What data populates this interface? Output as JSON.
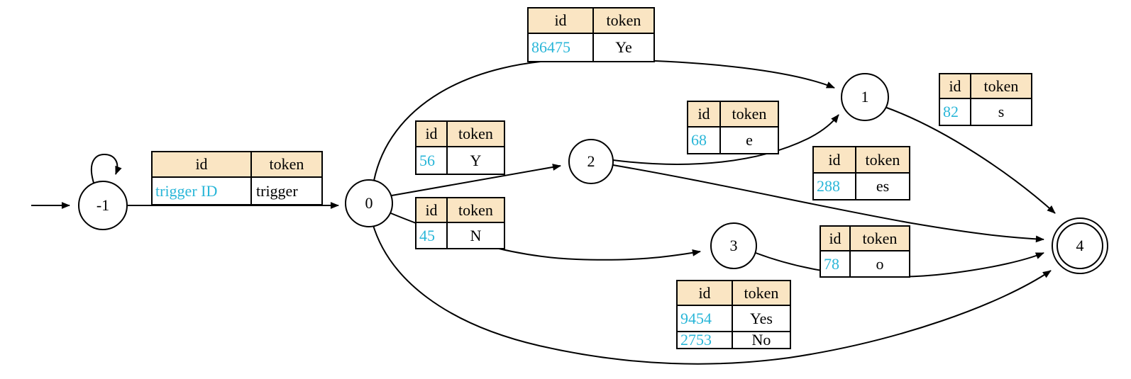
{
  "diagram": {
    "kind": "token-transition state machine",
    "background": "#ffffff"
  },
  "colors": {
    "header_bg": "#fae5c3",
    "id_text": "#29b6d8",
    "stroke": "#000000",
    "cell_bg": "#ffffff"
  },
  "columns": {
    "id": "id",
    "token": "token"
  },
  "nodes": [
    {
      "label": "-1",
      "accepting": false
    },
    {
      "label": "0",
      "accepting": false
    },
    {
      "label": "1",
      "accepting": false
    },
    {
      "label": "2",
      "accepting": false
    },
    {
      "label": "3",
      "accepting": false
    },
    {
      "label": "4",
      "accepting": true
    }
  ],
  "edges": [
    {
      "name": "start-arrow",
      "from": "start",
      "to": "-1",
      "rows": []
    },
    {
      "name": "self-loop",
      "from": "-1",
      "to": "-1",
      "rows": []
    },
    {
      "from": "-1",
      "to": "0",
      "rows": [
        {
          "id": "trigger ID",
          "token": "trigger"
        }
      ]
    },
    {
      "from": "0",
      "to": "1",
      "rows": [
        {
          "id": "86475",
          "token": "Ye"
        }
      ]
    },
    {
      "from": "0",
      "to": "2",
      "rows": [
        {
          "id": "56",
          "token": "Y"
        }
      ]
    },
    {
      "from": "2",
      "to": "1",
      "rows": [
        {
          "id": "68",
          "token": "e"
        }
      ]
    },
    {
      "from": "2",
      "to": "4",
      "rows": [
        {
          "id": "288",
          "token": "es"
        }
      ]
    },
    {
      "from": "0",
      "to": "3",
      "rows": [
        {
          "id": "45",
          "token": "N"
        }
      ]
    },
    {
      "from": "3",
      "to": "4",
      "rows": [
        {
          "id": "78",
          "token": "o"
        }
      ]
    },
    {
      "from": "0",
      "to": "4",
      "rows": [
        {
          "id": "9454",
          "token": "Yes"
        },
        {
          "id": "2753",
          "token": "No"
        }
      ]
    },
    {
      "from": "1",
      "to": "4",
      "rows": [
        {
          "id": "82",
          "token": "s"
        }
      ]
    }
  ]
}
